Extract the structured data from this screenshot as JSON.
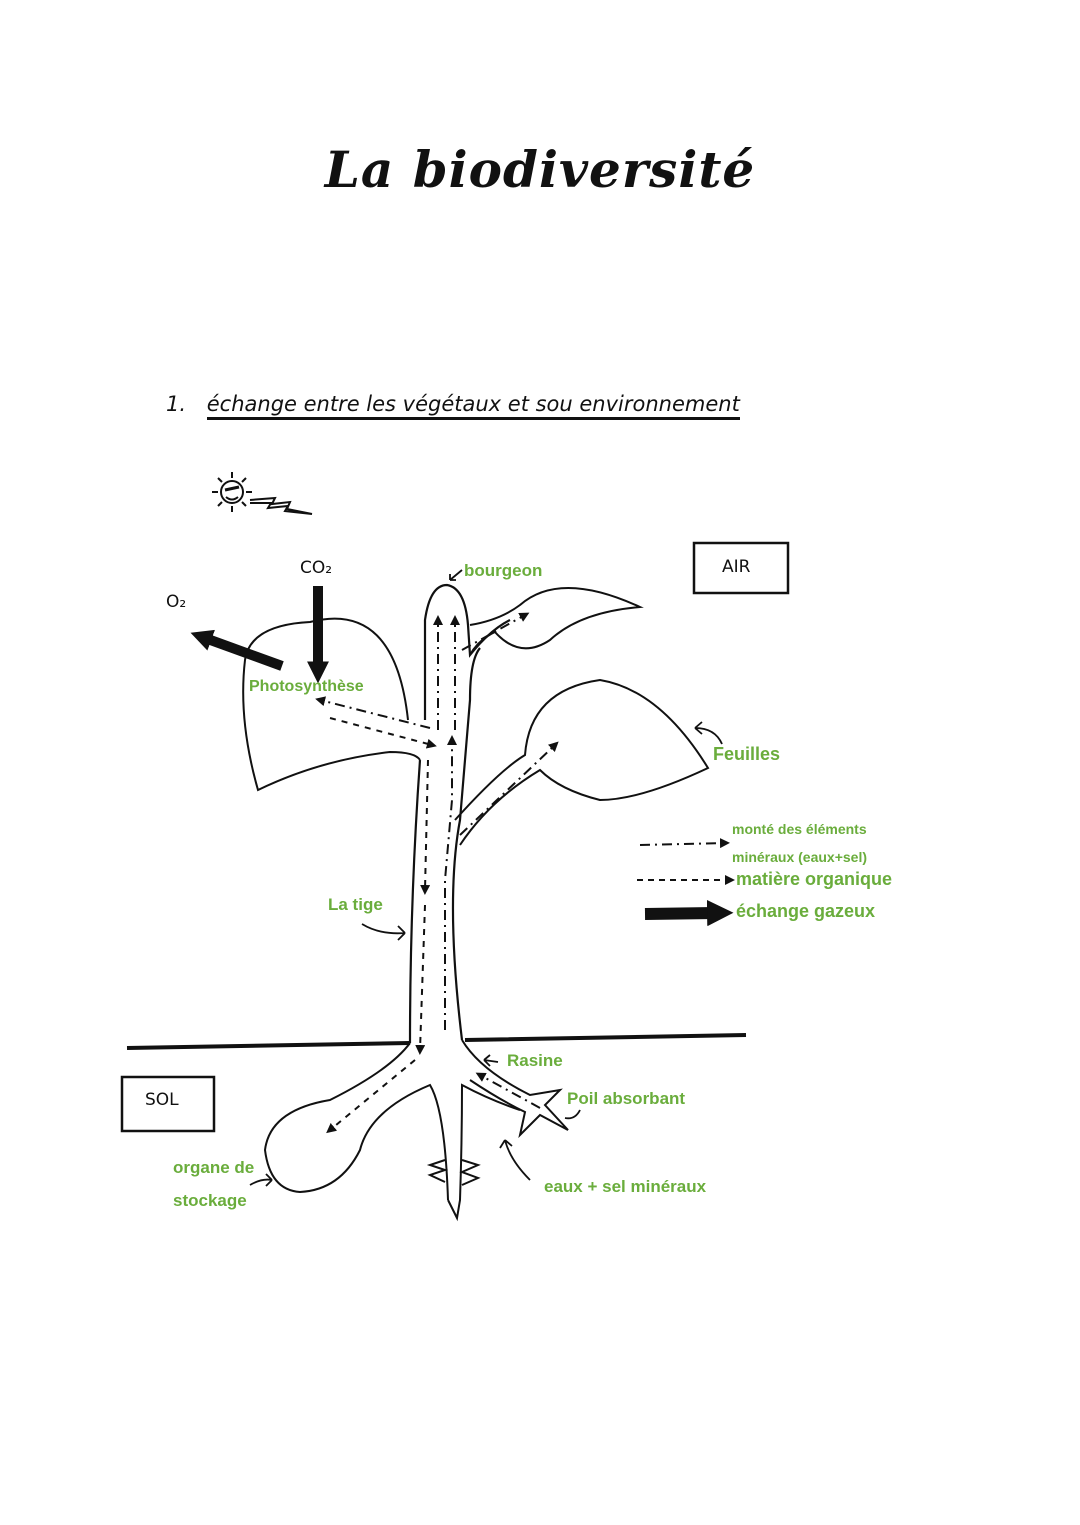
{
  "title": "La biodiversité",
  "section": {
    "number": "1.",
    "heading": "échange entre les végétaux et sou environnement"
  },
  "diagram": {
    "accent_color": "#6aad3c",
    "zones": {
      "air": "AIR",
      "sol": "SOL"
    },
    "gases": {
      "co2": "CO₂",
      "o2": "O₂"
    },
    "labels": {
      "bourgeon": "bourgeon",
      "photosynthese": "Photosynthèse",
      "feuilles": "Feuilles",
      "tige": "La tige",
      "rasine": "Rasine",
      "poil": "Poil absorbant",
      "organe_line1": "organe de",
      "organe_line2": "stockage",
      "eaux": "eaux + sel minéraux"
    },
    "legend": [
      {
        "style": "dash-dot",
        "label_line1": "monté des éléments",
        "label_line2": "minéraux (eaux+sel)"
      },
      {
        "style": "dashed",
        "label_line1": "matière organique"
      },
      {
        "style": "thick",
        "label_line1": "échange gazeux"
      }
    ],
    "icons": [
      "sun-icon",
      "sunlight-ray-icon"
    ]
  }
}
